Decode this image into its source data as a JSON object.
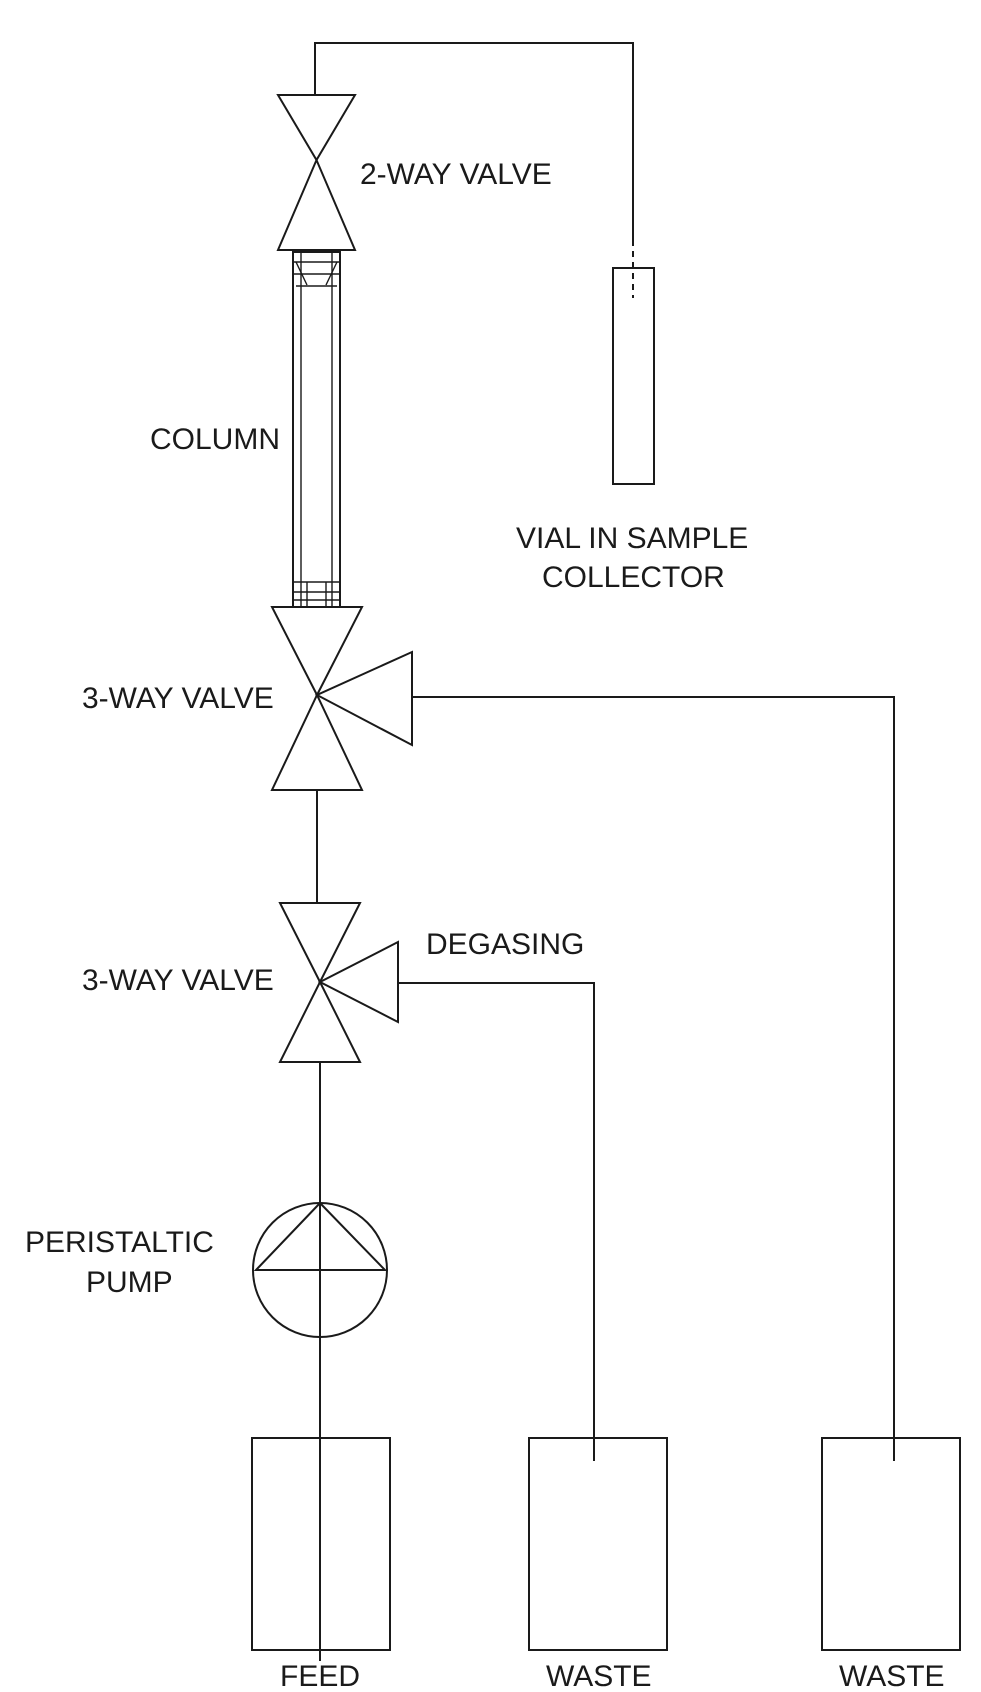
{
  "labels": {
    "two_way_valve": "2-WAY VALVE",
    "column": "COLUMN",
    "vial_line1": "VIAL IN SAMPLE",
    "vial_line2": "COLLECTOR",
    "three_way_valve_upper": "3-WAY VALVE",
    "degasing": "DEGASING",
    "three_way_valve_lower": "3-WAY VALVE",
    "pump_line1": "PERISTALTIC",
    "pump_line2": "PUMP",
    "feed": "FEED",
    "waste_middle": "WASTE",
    "waste_right": "WASTE"
  }
}
